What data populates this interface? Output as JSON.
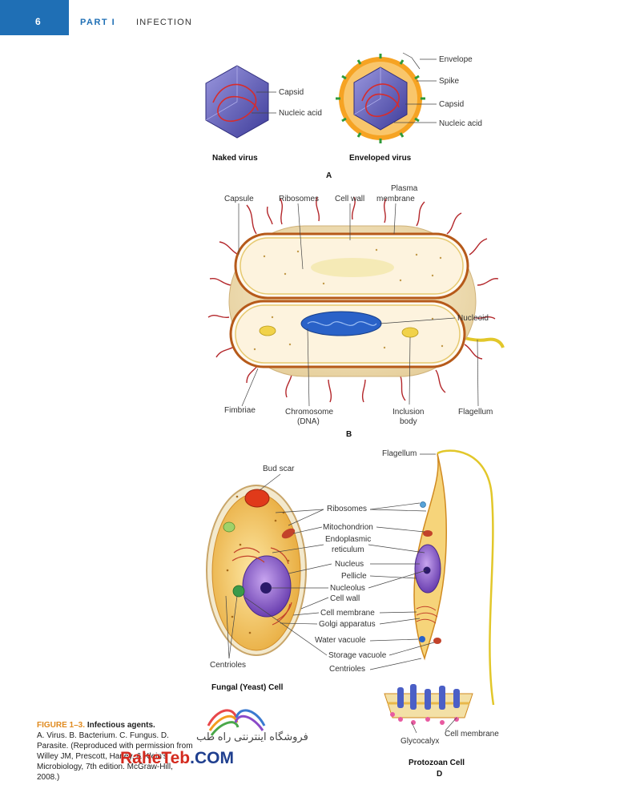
{
  "header": {
    "page_number": "6",
    "part": "PART I",
    "title": "INFECTION"
  },
  "figure": {
    "panel_a": {
      "letter": "A",
      "naked_title": "Naked virus",
      "enveloped_title": "Enveloped virus",
      "naked_labels": [
        "Capsid",
        "Nucleic acid"
      ],
      "enveloped_labels": [
        "Envelope",
        "Spike",
        "Capsid",
        "Nucleic acid"
      ]
    },
    "panel_b": {
      "letter": "B",
      "top_labels": [
        "Capsule",
        "Ribosomes",
        "Cell wall",
        "Plasma",
        "membrane"
      ],
      "nucleoid": "Nucleoid",
      "bottom_labels": [
        "Fimbriae",
        "Chromosome",
        "(DNA)",
        "Inclusion",
        "body",
        "Flagellum"
      ]
    },
    "panel_cd": {
      "fungal_title": "Fungal (Yeast) Cell",
      "protozoan_title": "Protozoan Cell",
      "letter_d": "D",
      "bud_scar": "Bud scar",
      "flagellum": "Flagellum",
      "centrioles_left": "Centrioles",
      "center_labels": [
        "Ribosomes",
        "Mitochondrion",
        "Endoplasmic",
        "reticulum",
        "Nucleus",
        "Pellicle",
        "Nucleolus",
        "Cell wall",
        "Cell membrane",
        "Golgi apparatus",
        "Water vacuole",
        "Storage vacuole",
        "Centrioles"
      ],
      "glycocalyx": "Glycocalyx",
      "cell_membrane_bottom": "Cell membrane"
    }
  },
  "caption": {
    "title": "FIGURE 1–3.",
    "title_rest": "Infectious agents.",
    "body": "A. Virus. B. Bacterium. C. Fungus. D. Parasite. (Reproduced with permission from Willey JM, Prescott, Harley, & Klein's Microbiology, 7th edition. McGraw-Hill, 2008.)"
  },
  "watermark": {
    "text_fa": "فروشگاه اینترنتی راه طب",
    "site_main": "RaheTeb",
    "site_tld": ".COM"
  },
  "colors": {
    "header_blue": "#1f6fb5",
    "caption_orange": "#e08a1e",
    "watermark_red": "#d42a1e"
  }
}
